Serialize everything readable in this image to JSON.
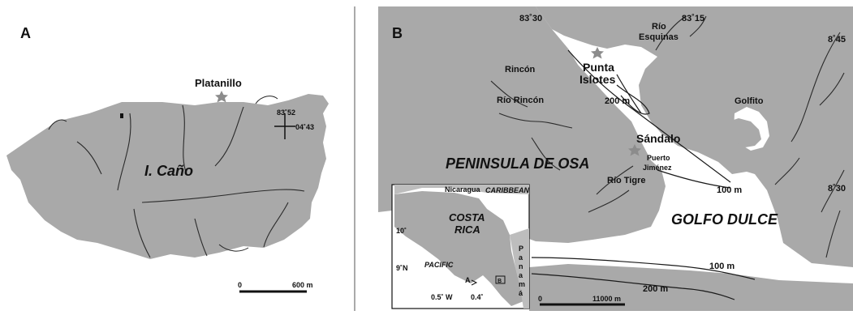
{
  "panel_a": {
    "letter": "A",
    "island_label": "I. Caño",
    "site_label": "Platanillo",
    "coord_lon": "83˚52",
    "coord_lat": "04˚43",
    "scale_start": "0",
    "scale_end": "600 m"
  },
  "panel_b": {
    "letter": "B",
    "lon_1": "83˚30",
    "lon_2": "83˚15",
    "lat_1": "8˚45",
    "lat_2": "8˚30",
    "rio_esquinas": "Río\nEsquinas",
    "rio_esquinas_line1": "Río",
    "rio_esquinas_line2": "Esquinas",
    "rincon": "Rincón",
    "punta_islotes_line1": "Punta",
    "punta_islotes_line2": "Islotes",
    "rio_rincon": "Río Rincón",
    "depth_200_top": "200 m",
    "golfito": "Golfito",
    "sandalo": "Sándalo",
    "puerto_jimenez_line1": "Puerto",
    "puerto_jimenez_line2": "Jiménez",
    "peninsula": "PENINSULA DE OSA",
    "rio_tigre": "Río Tigre",
    "depth_100_mid": "100 m",
    "golfo_dulce": "GOLFO DULCE",
    "depth_100_bottom": "100 m",
    "depth_200_bottom": "200 m",
    "scale_start": "0",
    "scale_end": "11000 m"
  },
  "inset": {
    "nicaragua": "Nicaragua",
    "caribbean": "CARIBBEAN",
    "costa_rica_line1": "COSTA",
    "costa_rica_line2": "RICA",
    "lat_10": "10˚",
    "lat_9": "9˚N",
    "pacific": "PACIFIC",
    "lon_label": "0.5˚ W",
    "lon_label_2": "0.4˚",
    "panama_letters": [
      "P",
      "a",
      "n",
      "a",
      "m",
      "á"
    ],
    "marker_a": "A",
    "marker_b": "B"
  },
  "colors": {
    "land": "#a9a9a9",
    "ink": "#111111",
    "star": "#8c8c8c"
  }
}
